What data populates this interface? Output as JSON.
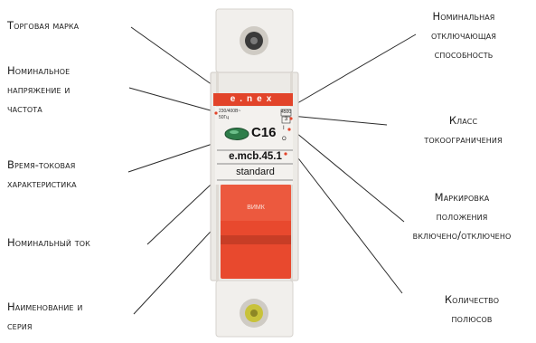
{
  "labels": {
    "trademark": "Торговая марка",
    "rated_voltage": "Номинальное\nнапряжение и\nчастота",
    "time_current": "Время-токовая\nхарактеристика",
    "rated_current": "Номинальный ток",
    "name_series": "Наименование и\nсерия",
    "breaking_capacity": "Номинальная\nотключающая\nспособность",
    "limiting_class": "Класс\nтокоограничения",
    "on_off_marking": "Маркировка\nположения\nвключено/отключено",
    "poles": "Количество\nполюсов"
  },
  "device": {
    "brand": "e.nex",
    "voltage_line1": "230/400В~",
    "voltage_line2": "50Гц",
    "breaking_capacity": "4500",
    "limiting_class": "3",
    "on_mark": "I",
    "off_mark": "O",
    "curve_rating": "C16",
    "model": "e.mcb.45.1",
    "series": "standard",
    "handle_text": "ВИМК"
  },
  "colors": {
    "brand_red": "#e2442a",
    "handle_red": "#e8492e",
    "indicator_green": "#2e7d4a",
    "body": "#eceae6"
  }
}
